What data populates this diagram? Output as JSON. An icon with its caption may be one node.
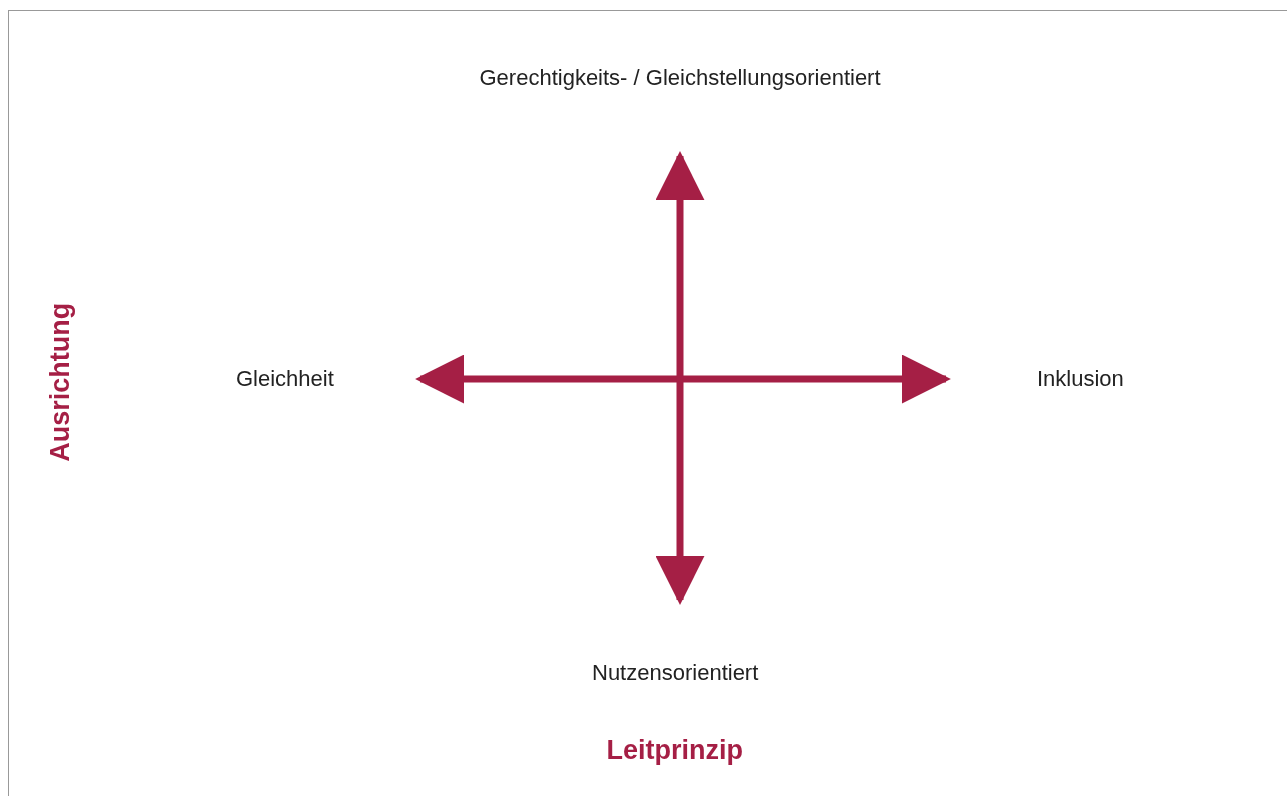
{
  "diagram": {
    "labels": [
      "Gerechtigkeits- / Gleichstellungsorientiert",
      "Ausrichtung",
      "Gleichheit",
      "Inklusion",
      "Nutzensorientiert",
      "Leitprinzip"
    ]
  }
}
